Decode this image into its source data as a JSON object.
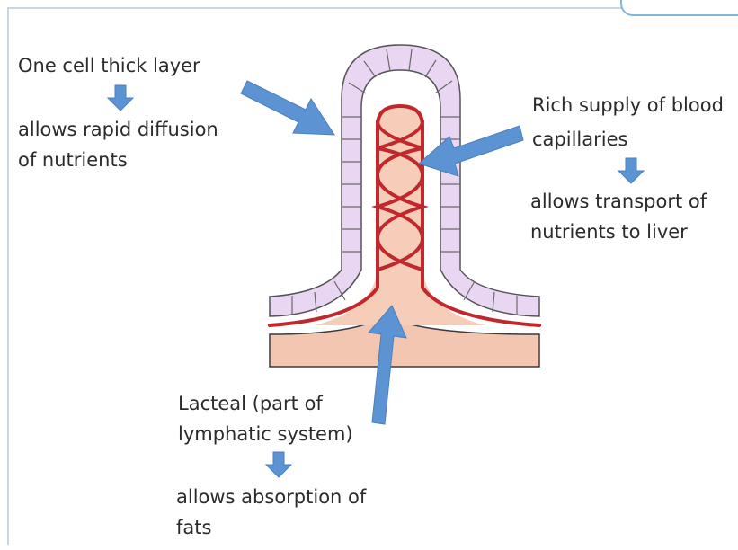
{
  "labels": {
    "cell_layer": "One cell thick layer",
    "cell_layer_effect_1": "allows rapid diffusion",
    "cell_layer_effect_2": "of nutrients",
    "capillaries_1": "Rich supply of blood",
    "capillaries_2": "capillaries",
    "capillaries_effect_1": "allows transport of",
    "capillaries_effect_2": "nutrients to liver",
    "lacteal_1": "Lacteal (part of",
    "lacteal_2": "lymphatic system)",
    "lacteal_effect_1": "allows absorption of",
    "lacteal_effect_2": "fats"
  },
  "colors": {
    "arrow": "#5b93d3",
    "epithelium": "#e9d6f2",
    "capillary": "#c0282d",
    "lacteal_core": "#f6cdb8",
    "tissue": "#f3c6b2"
  }
}
